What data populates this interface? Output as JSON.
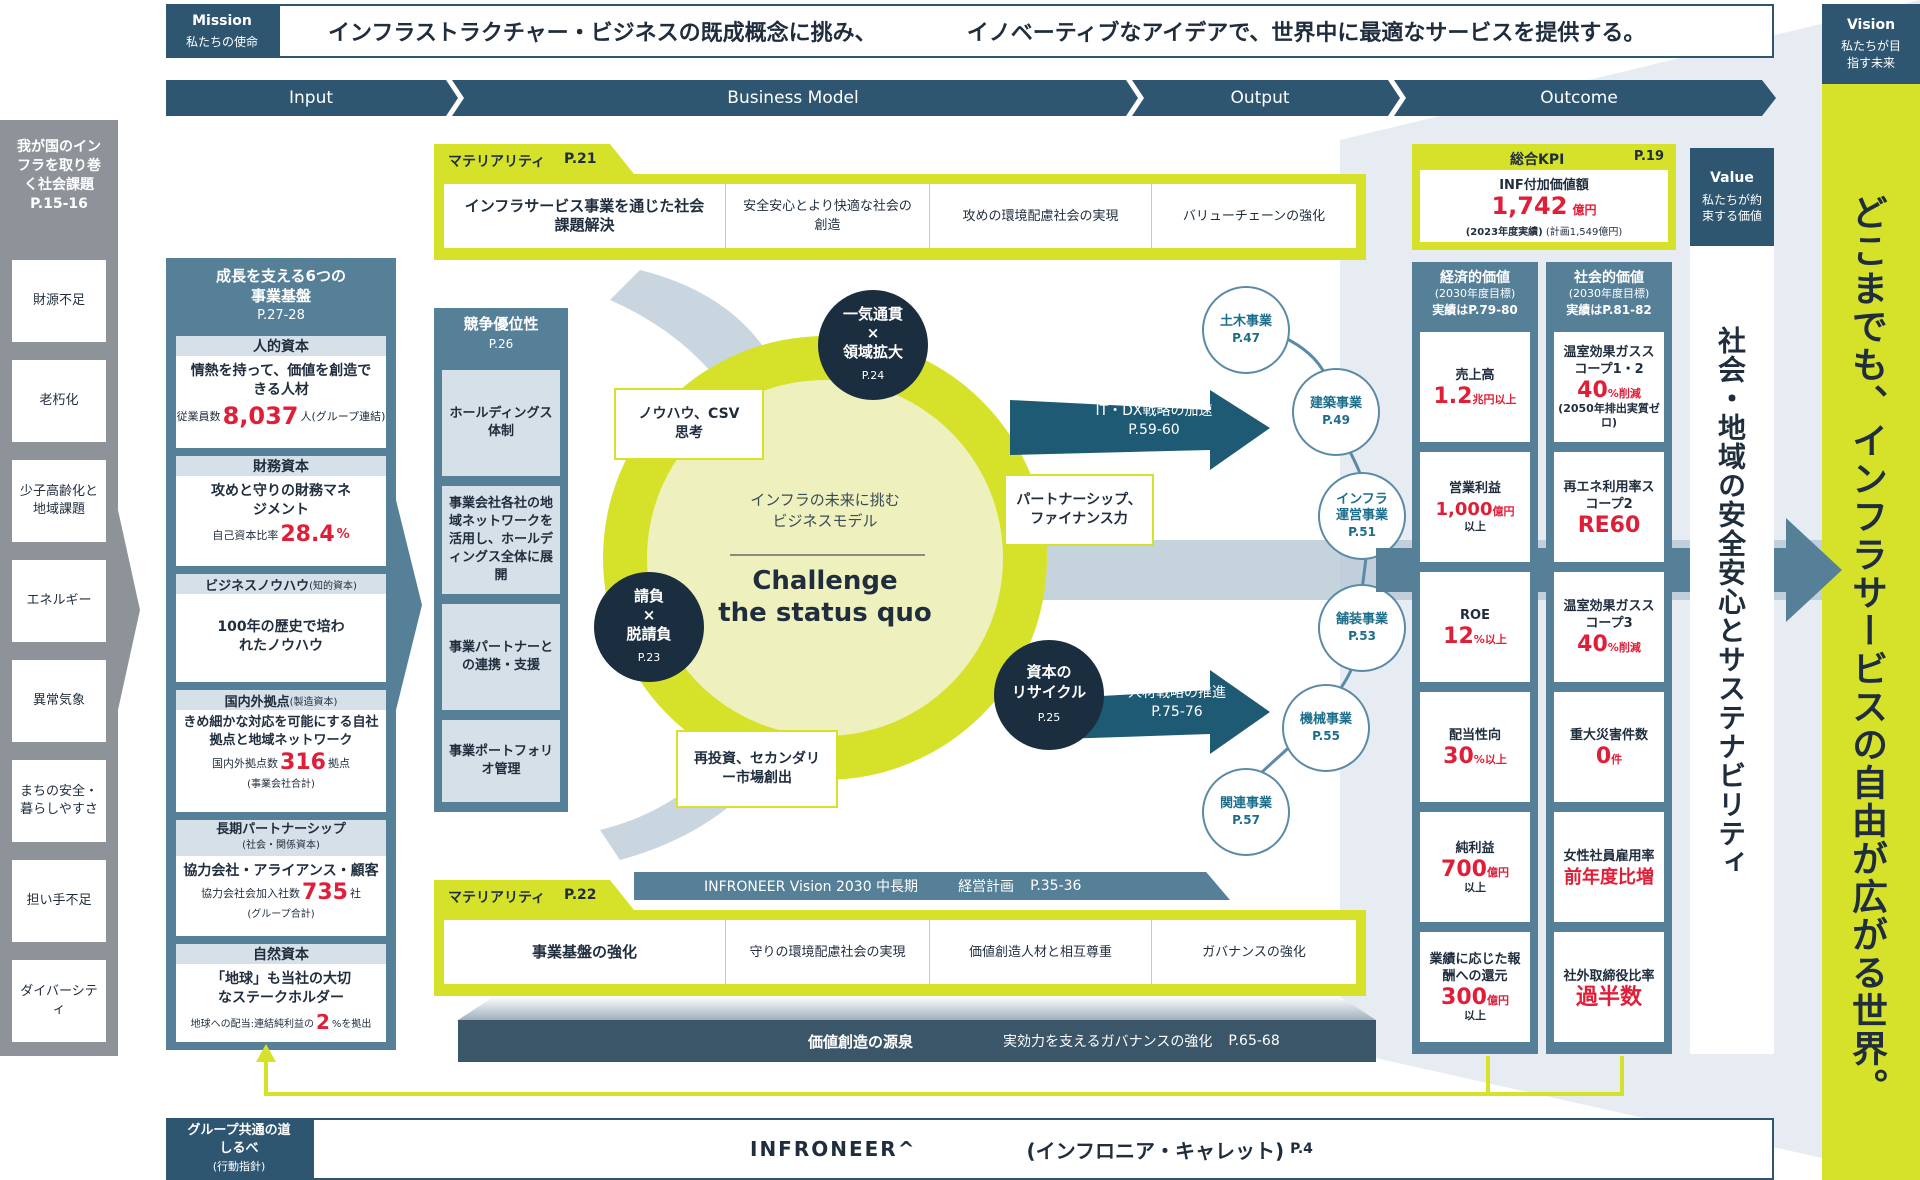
{
  "mission": {
    "tag": "Mission",
    "sub": "私たちの使命",
    "text1": "インフラストラクチャー・ビジネスの既成概念に挑み、",
    "text2": "イノベーティブなアイデアで、世界中に最適なサービスを提供する。"
  },
  "vision": {
    "tag": "Vision",
    "sub": "私たちが目指す未来",
    "text": "どこまでも、インフラサービスの自由が広がる世界。"
  },
  "flow": {
    "input": "Input",
    "business": "Business Model",
    "output": "Output",
    "outcome": "Outcome"
  },
  "issues": {
    "title": "我が国のインフラを取り巻く社会課題",
    "page": "P.15-16",
    "items": [
      "財源不足",
      "老朽化",
      "少子高齢化と地域課題",
      "エネルギー",
      "異常気象",
      "まちの安全・暮らしやすさ",
      "担い手不足",
      "ダイバーシティ"
    ]
  },
  "capitals": {
    "title": "成長を支える6つの事業基盤",
    "page": "P.27-28",
    "human": {
      "title": "人的資本",
      "body": "情熱を持って、価値を創造できる人材",
      "pre": "従業員数",
      "num": "8,037",
      "unit": "人(グループ連結)"
    },
    "financial": {
      "title": "財務資本",
      "body": "攻めと守りの財務マネジメント",
      "pre": "自己資本比率",
      "num": "28.4",
      "unit": "%"
    },
    "intellectual": {
      "title": "ビジネスノウハウ",
      "title_sub": "(知的資本)",
      "body": "100年の歴史で培われたノウハウ"
    },
    "manufactured": {
      "title": "国内外拠点",
      "title_sub": "(製造資本)",
      "body": "きめ細かな対応を可能にする自社拠点と地域ネットワーク",
      "pre": "国内外拠点数",
      "num": "316",
      "unit": "拠点",
      "note": "(事業会社合計)"
    },
    "social": {
      "title": "長期パートナーシップ",
      "title_sub": "(社会・関係資本)",
      "body": "協力会社・アライアンス・顧客",
      "pre": "協力会社会加入社数",
      "num": "735",
      "unit": "社",
      "note": "(グループ合計)"
    },
    "natural": {
      "title": "自然資本",
      "body": "「地球」も当社の大切なステークホルダー",
      "pre": "地球への配当:連結純利益の",
      "num": "2",
      "unit": "%を拠出"
    }
  },
  "competitive": {
    "title": "競争優位性",
    "page": "P.26",
    "items": [
      "ホールディングス体制",
      "事業会社各社の地域ネットワークを活用し、ホールディングス全体に展開",
      "事業パートナーとの連携・支援",
      "事業ポートフォリオ管理"
    ]
  },
  "materiality_top": {
    "title": "マテリアリティ",
    "page": "P.21",
    "items": [
      "インフラサービス事業を通じた社会課題解決",
      "安全安心とより快適な社会の創造",
      "攻めの環境配慮社会の実現",
      "バリューチェーンの強化"
    ]
  },
  "materiality_bottom": {
    "title": "マテリアリティ",
    "page": "P.22",
    "items": [
      "事業基盤の強化",
      "守りの環境配慮社会の実現",
      "価値創造人材と相互尊重",
      "ガバナンスの強化"
    ]
  },
  "plan_bar": {
    "text1": "INFRONEER Vision 2030 中長期",
    "text2": "経営計画",
    "page": "P.35-36"
  },
  "value_source": {
    "text1": "価値創造の源泉",
    "text2": "実効力を支えるガバナンスの強化",
    "page": "P.65-68"
  },
  "circle": {
    "small": "インフラの未来に挑むビジネスモデル",
    "line1": "Challenge",
    "line2": "the status quo"
  },
  "nodes": {
    "top": {
      "l1": "一気通貫",
      "l2": "×",
      "l3": "領域拡大",
      "page": "P.24"
    },
    "left": {
      "l1": "請負",
      "l2": "×",
      "l3": "脱請負",
      "page": "P.23"
    },
    "right": {
      "l1": "資本の",
      "l2": "リサイクル",
      "page": "P.25"
    }
  },
  "callouts": {
    "knowhow": "ノウハウ、CSV思考",
    "partner": "パートナーシップ、ファイナンス力",
    "reinvest": "再投資、セカンダリー市場創出"
  },
  "arrows": {
    "itdx": "IT・DX戦略の加速",
    "itdx_page": "P.59-60",
    "hr": "人材戦略の推進",
    "hr_page": "P.75-76"
  },
  "businesses": [
    {
      "name": "土木事業",
      "page": "P.47"
    },
    {
      "name": "建築事業",
      "page": "P.49"
    },
    {
      "name": "インフラ運営事業",
      "page": "P.51"
    },
    {
      "name": "舗装事業",
      "page": "P.53"
    },
    {
      "name": "機械事業",
      "page": "P.55"
    },
    {
      "name": "関連事業",
      "page": "P.57"
    }
  ],
  "kpi": {
    "title": "総合KPI",
    "page": "P.19",
    "label": "INF付加価値額",
    "num": "1,742",
    "unit": "億円",
    "note": "(2023年度実績)",
    "note2": "(計画1,549億円)"
  },
  "economic": {
    "title": "経済的価値",
    "sub": "(2030年度目標)",
    "ref": "実績はP.79-80",
    "items": [
      {
        "label": "売上高",
        "num": "1.2",
        "unit": "兆円以上",
        "extra": ""
      },
      {
        "label": "営業利益",
        "num": "1,000",
        "unit": "億円",
        "extra": "以上"
      },
      {
        "label": "ROE",
        "num": "12",
        "unit": "%以上",
        "extra": ""
      },
      {
        "label": "配当性向",
        "num": "30",
        "unit": "%以上",
        "extra": ""
      },
      {
        "label": "純利益",
        "num": "700",
        "unit": "億円",
        "extra": "以上"
      },
      {
        "label": "業績に応じた報酬への還元",
        "num": "300",
        "unit": "億円",
        "extra": "以上"
      }
    ]
  },
  "social_value": {
    "title": "社会的価値",
    "sub": "(2030年度目標)",
    "ref": "実績はP.81-82",
    "items": [
      {
        "label": "温室効果ガススコープ1・2",
        "num": "40",
        "unit": "%削減",
        "extra": "(2050年排出実質ゼロ)"
      },
      {
        "label": "再エネ利用率スコープ2",
        "num": "RE60",
        "unit": "",
        "extra": ""
      },
      {
        "label": "温室効果ガススコープ3",
        "num": "40",
        "unit": "%削減",
        "extra": ""
      },
      {
        "label": "重大災害件数",
        "num": "0",
        "unit": "件",
        "extra": ""
      },
      {
        "label": "女性社員雇用率",
        "num": "前年度比増",
        "unit": "",
        "extra": ""
      },
      {
        "label": "社外取締役比率",
        "num": "過半数",
        "unit": "",
        "extra": ""
      }
    ]
  },
  "value": {
    "tag": "Value",
    "sub": "私たちが約束する価値",
    "text": "社会・地域の安全安心とサステナビリティ"
  },
  "guide": {
    "tag": "グループ共通の道しるべ",
    "tag_sub": "(行動指針)",
    "text": "INFRONEER^",
    "text2": "(インフロニア・キャレット)",
    "page": "P.4"
  }
}
